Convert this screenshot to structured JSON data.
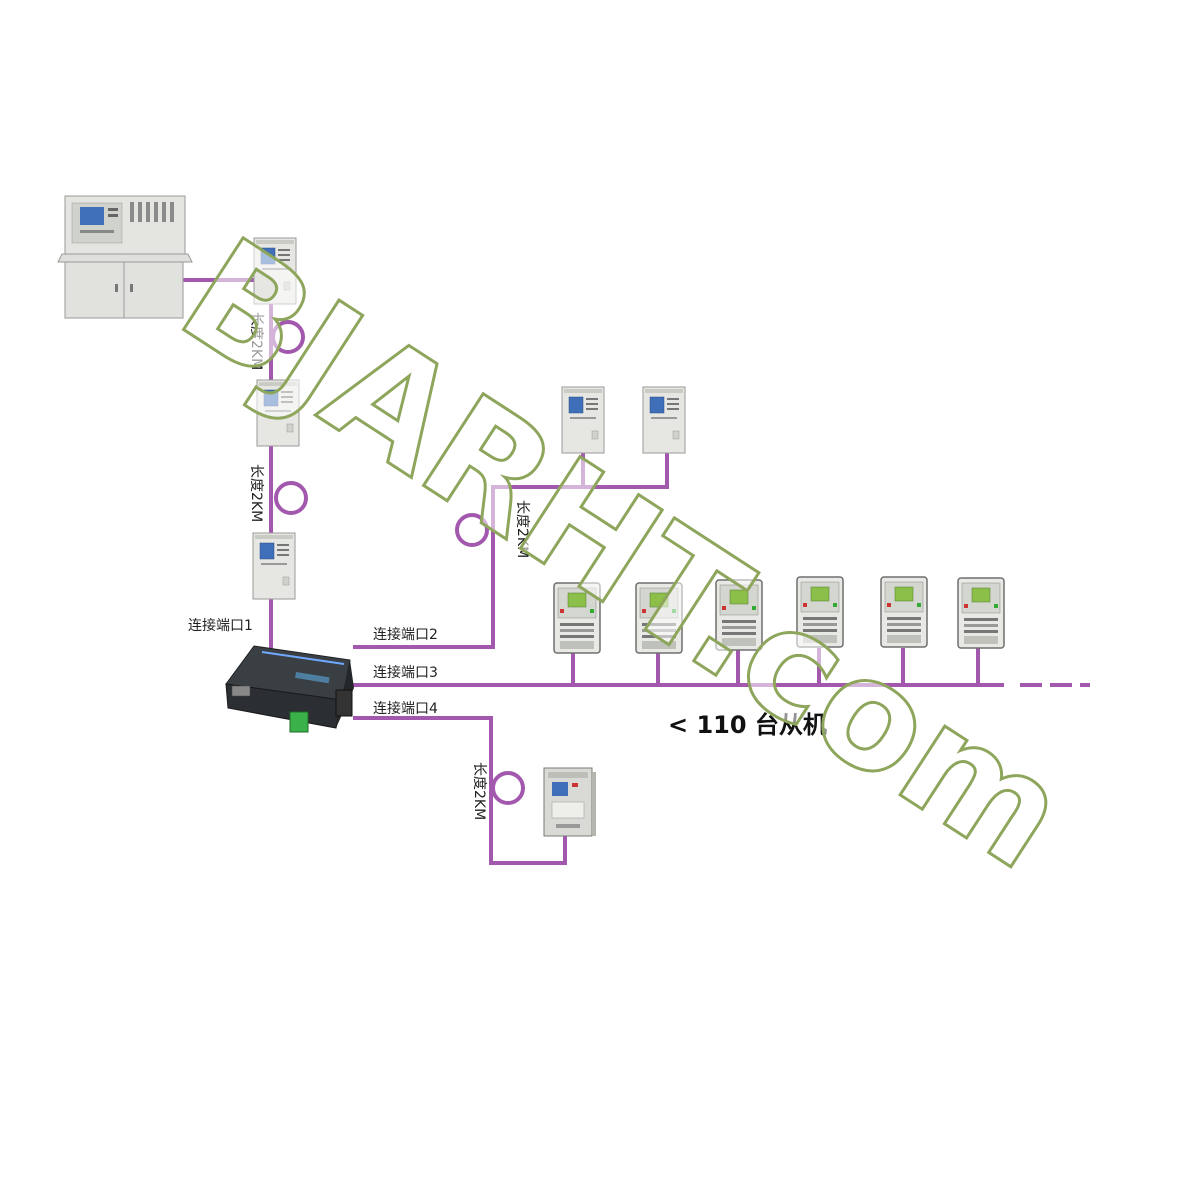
{
  "colors": {
    "wire": "#a259ad",
    "device_body": "#e6e7e2",
    "screen": "#3f6fb8",
    "green_screen": "#8bbf4a"
  },
  "labels": {
    "port1": "连接端口1",
    "port2": "连接端口2",
    "port3": "连接端口3",
    "port4": "连接端口4",
    "len_a": "长度2KM",
    "len_b": "长度2KM",
    "len_c": "长度2KM",
    "len_d": "长度2KM",
    "slave_note": "< 110 台从机",
    "watermark": "BJARHT.com"
  },
  "icons": {
    "console": "control-console-icon",
    "wall_panel": "wall-controller-icon",
    "detector": "gas-detector-icon",
    "converter": "serial-converter-icon",
    "coil": "cable-coil-icon"
  }
}
